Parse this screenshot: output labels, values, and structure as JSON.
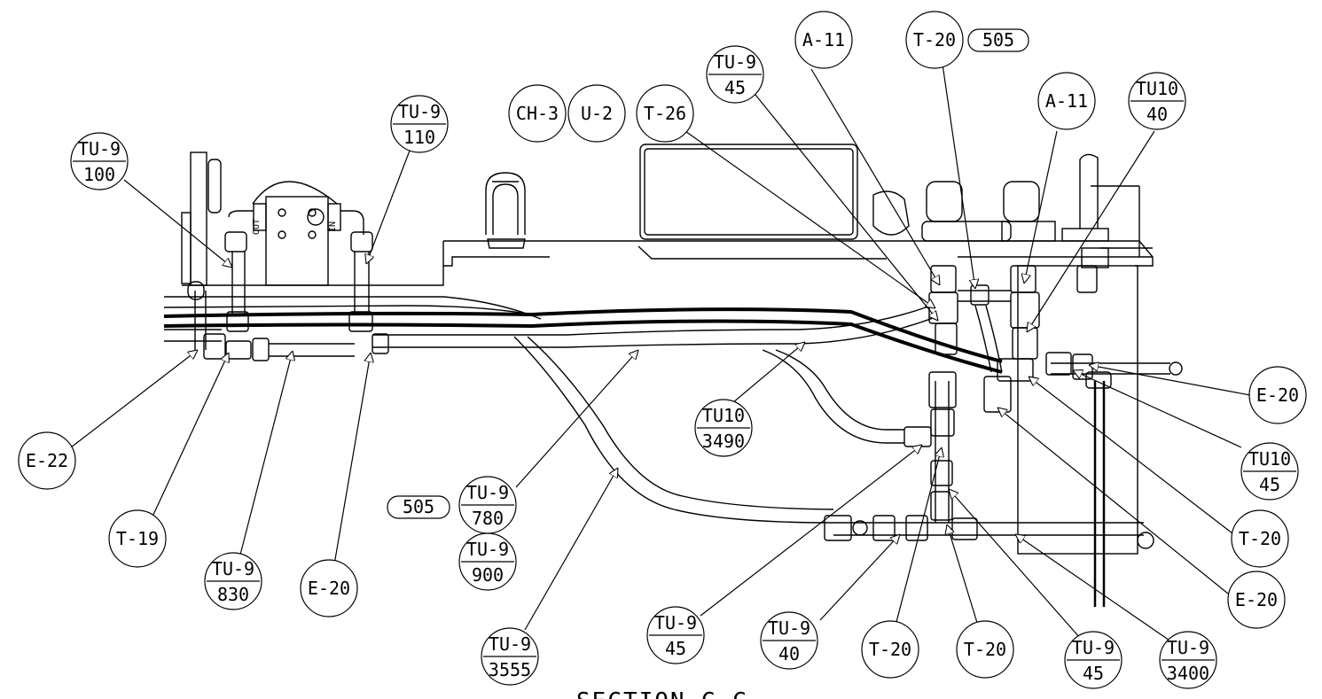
{
  "title": "SECTION G-G",
  "callouts": {
    "tu9_100": {
      "top": "TU-9",
      "bottom": "100"
    },
    "tu9_110": {
      "top": "TU-9",
      "bottom": "110"
    },
    "ch3": {
      "label": "CH-3"
    },
    "u2": {
      "label": "U-2"
    },
    "t26": {
      "label": "T-26"
    },
    "tu9_45_top": {
      "top": "TU-9",
      "bottom": "45"
    },
    "a11_left": {
      "label": "A-11"
    },
    "t20_top": {
      "label": "T-20"
    },
    "tag505_top": {
      "label": "505"
    },
    "a11_right": {
      "label": "A-11"
    },
    "tu10_40": {
      "top": "TU10",
      "bottom": "40"
    },
    "e20_right": {
      "label": "E-20"
    },
    "tu10_45": {
      "top": "TU10",
      "bottom": "45"
    },
    "t20_right": {
      "label": "T-20"
    },
    "e20_lowright": {
      "label": "E-20"
    },
    "tu10_3490": {
      "top": "TU10",
      "bottom": "3490"
    },
    "e22": {
      "label": "E-22"
    },
    "t19": {
      "label": "T-19"
    },
    "tu9_830": {
      "top": "TU-9",
      "bottom": "830"
    },
    "e20_left": {
      "label": "E-20"
    },
    "tag505_mid": {
      "label": "505"
    },
    "tu9_780": {
      "top": "TU-9",
      "bottom": "780"
    },
    "tu9_900": {
      "top": "TU-9",
      "bottom": "900"
    },
    "tu9_3555": {
      "top": "TU-9",
      "bottom": "3555"
    },
    "tu9_45_mid": {
      "top": "TU-9",
      "bottom": "45"
    },
    "tu9_40": {
      "top": "TU-9",
      "bottom": "40"
    },
    "t20_b1": {
      "label": "T-20"
    },
    "t20_b2": {
      "label": "T-20"
    },
    "tu9_45_br": {
      "top": "TU-9",
      "bottom": "45"
    },
    "tu9_3400": {
      "top": "TU-9",
      "bottom": "3400"
    }
  },
  "pump_labels": {
    "out": "OUT",
    "in": "IN"
  }
}
